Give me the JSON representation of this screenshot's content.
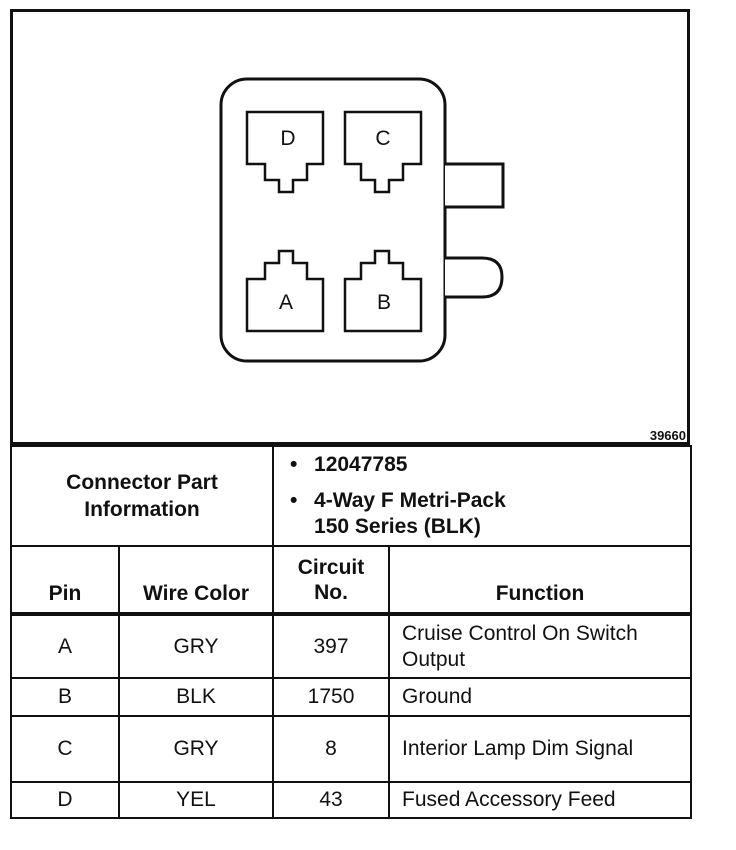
{
  "diagram": {
    "figure_number": "39660",
    "cavities": [
      {
        "label": "D",
        "pos": "top-left"
      },
      {
        "label": "C",
        "pos": "top-right"
      },
      {
        "label": "A",
        "pos": "bottom-left"
      },
      {
        "label": "B",
        "pos": "bottom-right"
      }
    ]
  },
  "connector_info": {
    "label": "Connector Part Information",
    "part_number": "12047785",
    "description_line1": "4-Way F Metri-Pack",
    "description_line2": "150 Series (BLK)"
  },
  "table": {
    "headers": {
      "pin": "Pin",
      "wire_color": "Wire Color",
      "circuit_line1": "Circuit",
      "circuit_line2": "No.",
      "function": "Function"
    },
    "rows": [
      {
        "pin": "A",
        "wire_color": "GRY",
        "circuit": "397",
        "function": "Cruise Control On Switch Output"
      },
      {
        "pin": "B",
        "wire_color": "BLK",
        "circuit": "1750",
        "function": "Ground"
      },
      {
        "pin": "C",
        "wire_color": "GRY",
        "circuit": "8",
        "function": "Interior Lamp Dim Signal"
      },
      {
        "pin": "D",
        "wire_color": "YEL",
        "circuit": "43",
        "function": "Fused Accessory Feed"
      }
    ]
  }
}
